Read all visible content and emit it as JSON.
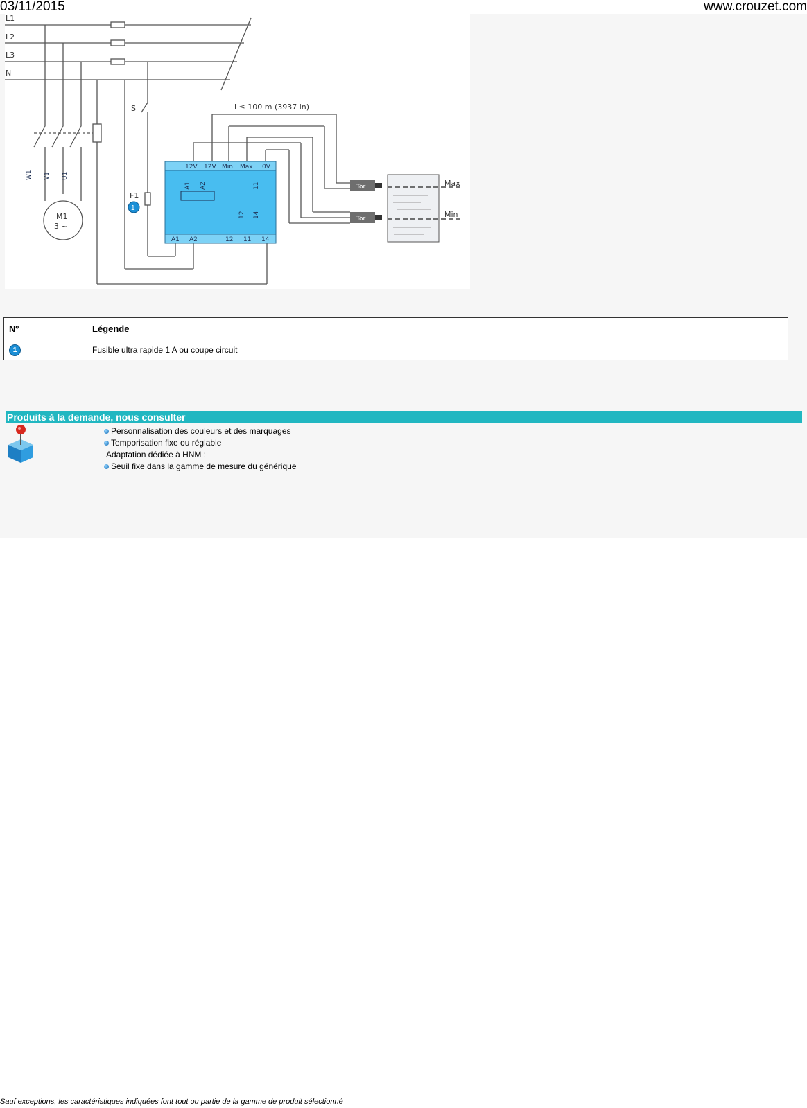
{
  "header": {
    "date": "03/11/2015",
    "site": "www.crouzet.com"
  },
  "diagram": {
    "lines": [
      "L1",
      "L2",
      "L3",
      "N"
    ],
    "switch_label": "S",
    "distance_label": "l ≤ 100 m (3937 in)",
    "top_terminals": [
      "12V",
      "12V",
      "Min",
      "Max",
      "0V"
    ],
    "bottom_terminals": [
      "A1",
      "A2",
      "12",
      "11",
      "14"
    ],
    "coil_labels": [
      "A1",
      "A2"
    ],
    "contact_labels": [
      "11",
      "12",
      "14"
    ],
    "fuse_label": "F1",
    "fuse_marker": "1",
    "contactor_labels": [
      "W1",
      "V1",
      "U1"
    ],
    "motor_label": "M1",
    "motor_phase": "3 ~",
    "sensor_label": "Tor",
    "level_labels": [
      "Max",
      "Min"
    ]
  },
  "legend": {
    "headers": [
      "Nº",
      "Légende"
    ],
    "rows": [
      {
        "num": "1",
        "text": "Fusible ultra rapide 1 A ou coupe circuit"
      }
    ]
  },
  "products": {
    "title": "Produits à la demande, nous consulter",
    "icon": "product-box-icon",
    "items": [
      {
        "text": "Personnalisation des couleurs et des marquages",
        "bullet": true
      },
      {
        "text": "Temporisation fixe ou réglable",
        "bullet": true
      },
      {
        "text": "Adaptation dédiée à HNM :",
        "bullet": false
      },
      {
        "text": "Seuil fixe dans la gamme de mesure du générique",
        "bullet": true
      }
    ]
  },
  "footer": {
    "note": "Sauf exceptions, les caractéristiques indiquées font tout ou partie de la gamme de produit sélectionné"
  },
  "colors": {
    "accent": "#21b7c1",
    "relay": "#48bdf0",
    "badge": "#1b8fd6"
  }
}
